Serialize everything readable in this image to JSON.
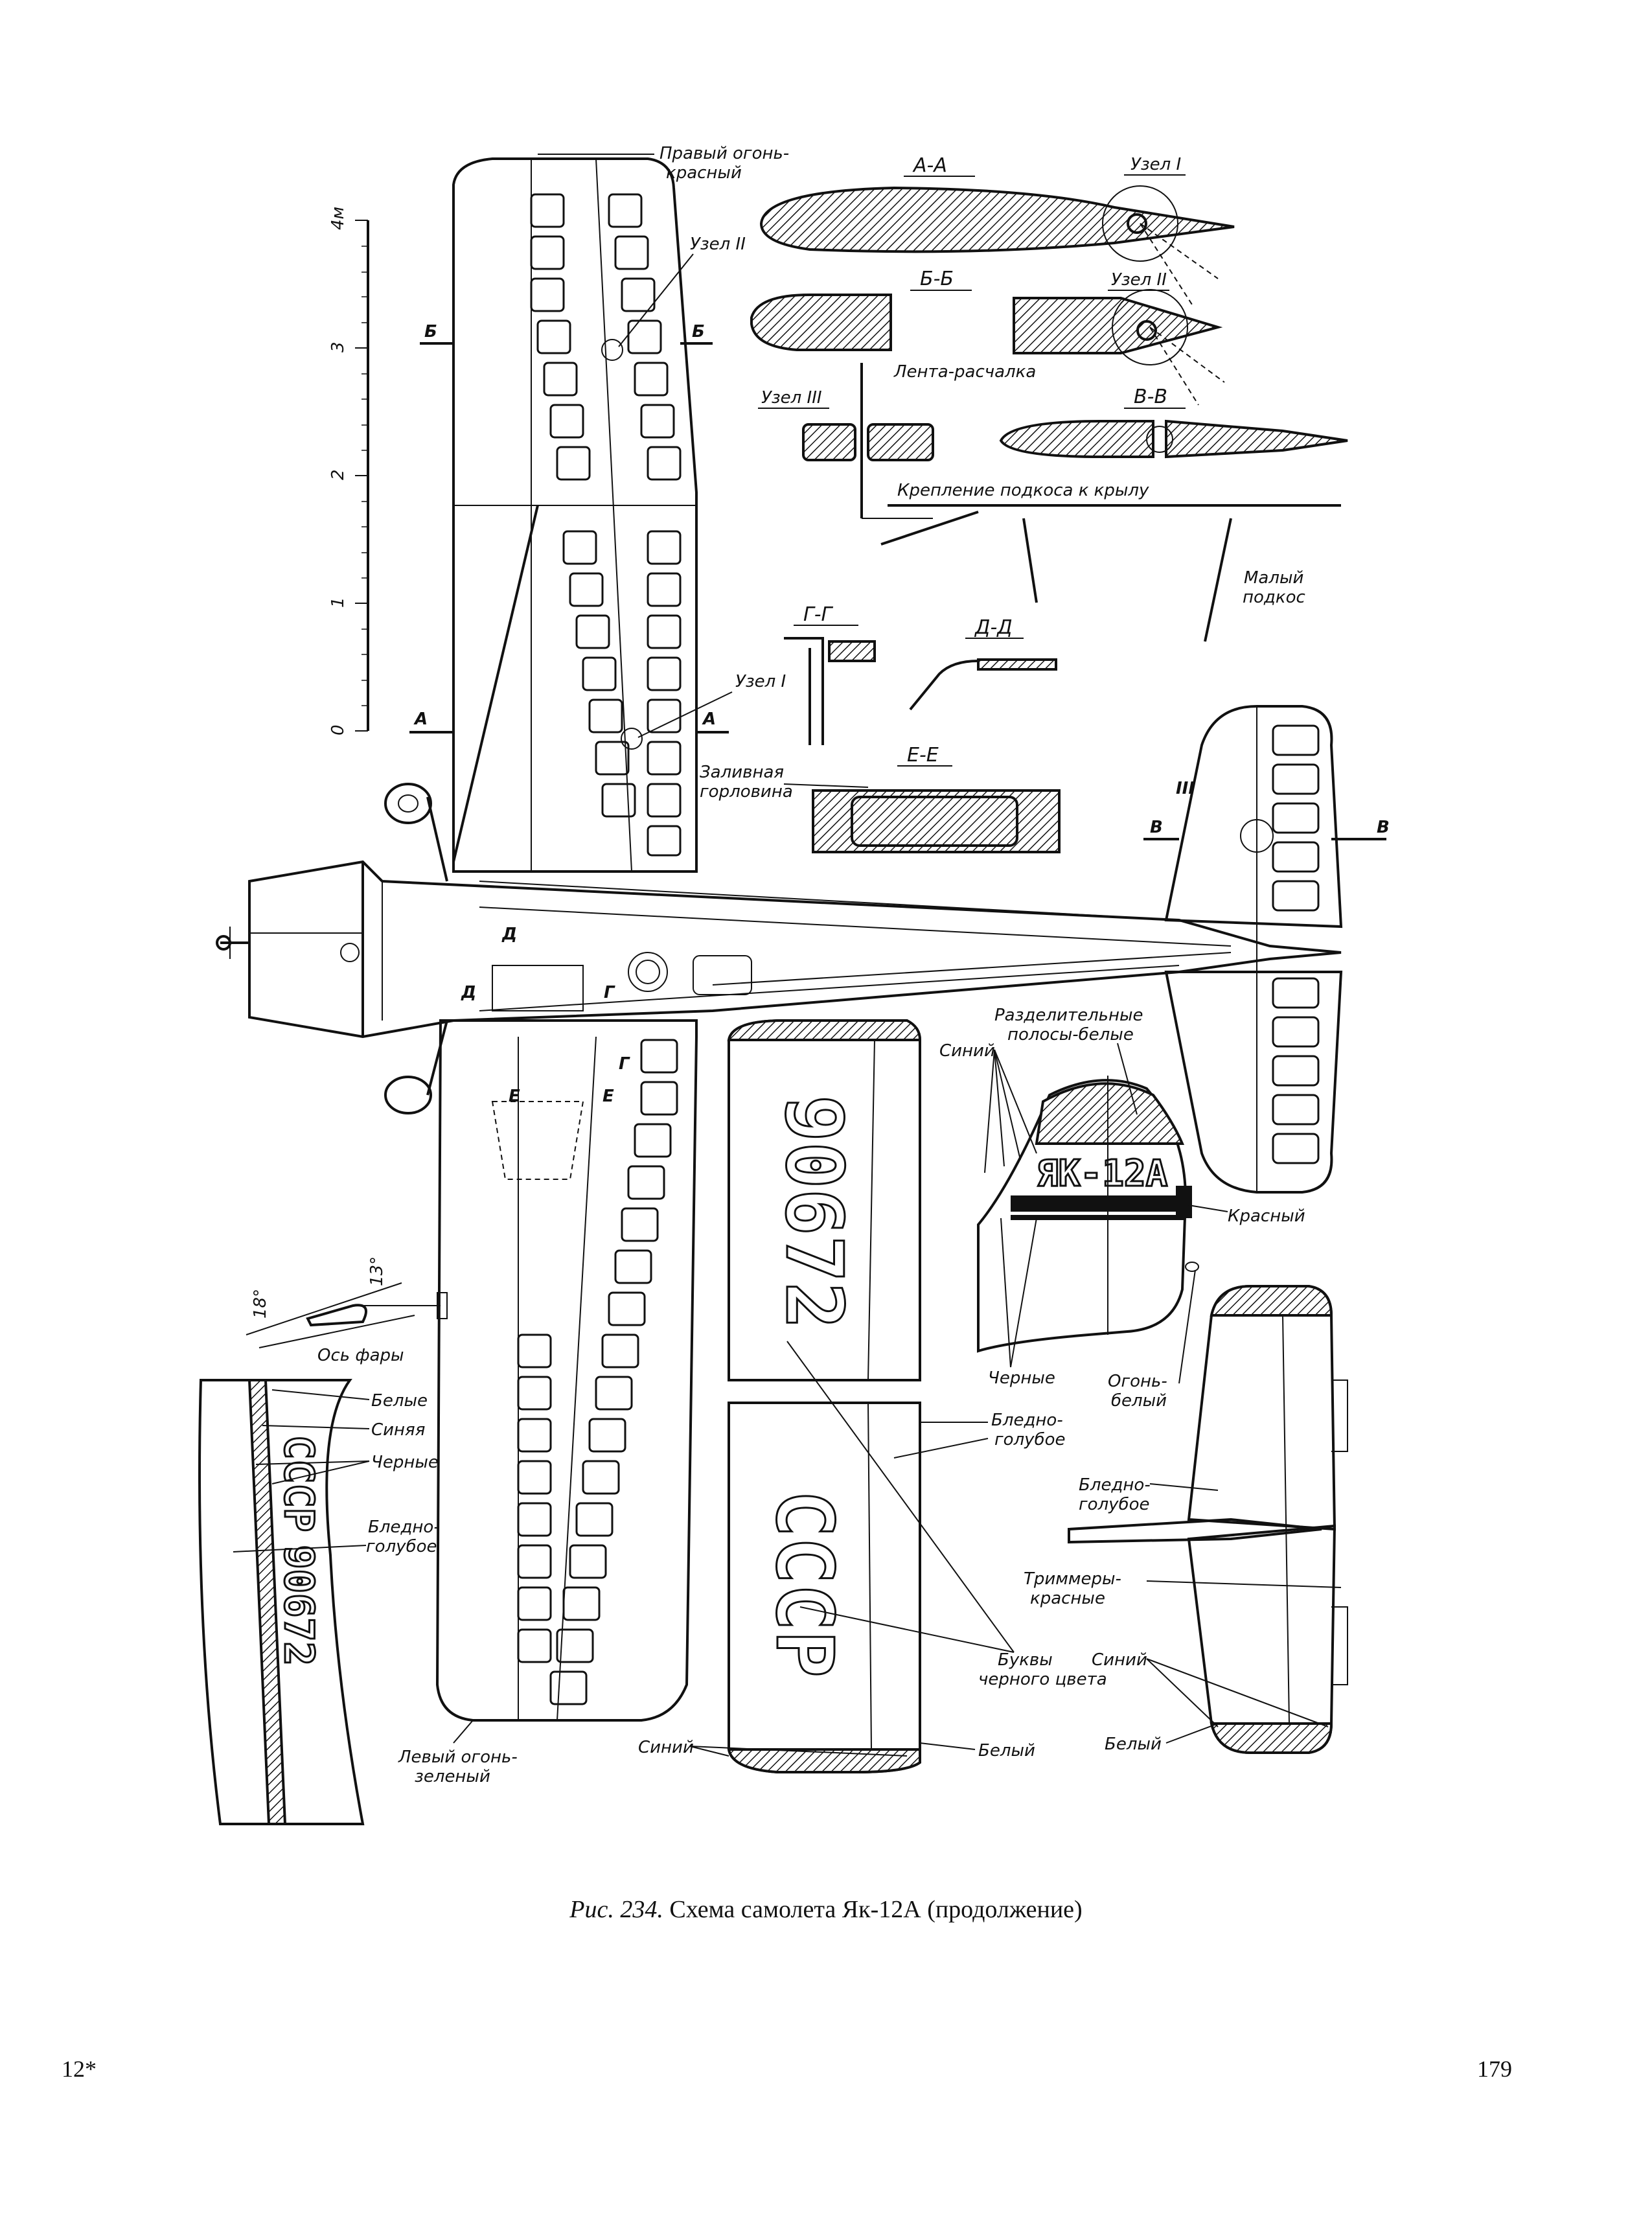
{
  "figure": {
    "caption_prefix": "Рис. 234.",
    "caption_text": "Схема самолета Як-12А (продолжение)"
  },
  "page": {
    "signature_mark": "12*",
    "page_number": "179"
  },
  "scale_bar": {
    "unit_label": "4м",
    "ticks": [
      "0",
      "1",
      "2",
      "3"
    ]
  },
  "labels": {
    "right_light": "Правый огонь-\nкрасный",
    "left_light": "Левый огонь-\nзеленый",
    "node_1": "Узел I",
    "node_2": "Узел II",
    "node_3": "Узел III",
    "node_3_short": "III",
    "tape": "Лента-расчалка",
    "strut_mount": "Крепление подкоса к крылу",
    "small_strut": "Малый\nподкос",
    "filler_neck": "Заливная\nгорловина",
    "headlight_axis": "Ось фары",
    "angle_18": "18°",
    "angle_13": "13°",
    "dividing_stripes": "Разделительные\nполосы-белые",
    "blue": "Синий",
    "red": "Красный",
    "black_plural": "Черные",
    "light_white": "Огонь-\nбелый",
    "pale_blue": "Бледно-\nголубое",
    "trimmers_red": "Триммеры-\nкрасные",
    "white": "Белый",
    "letters_black": "Буквы\nчерного цвета",
    "white_plural": "Белые",
    "blue_fem": "Синяя",
    "type_marking": "ЯК-12А",
    "registration": "90672",
    "country": "СССР"
  },
  "sections": {
    "a": "А-А",
    "a_mark": "А",
    "b": "Б-Б",
    "b_mark": "Б",
    "v": "В-В",
    "v_mark": "В",
    "g": "Г-Г",
    "g_mark": "Г",
    "d": "Д-Д",
    "d_mark": "Д",
    "e": "Е-Е",
    "e_mark": "Е"
  }
}
